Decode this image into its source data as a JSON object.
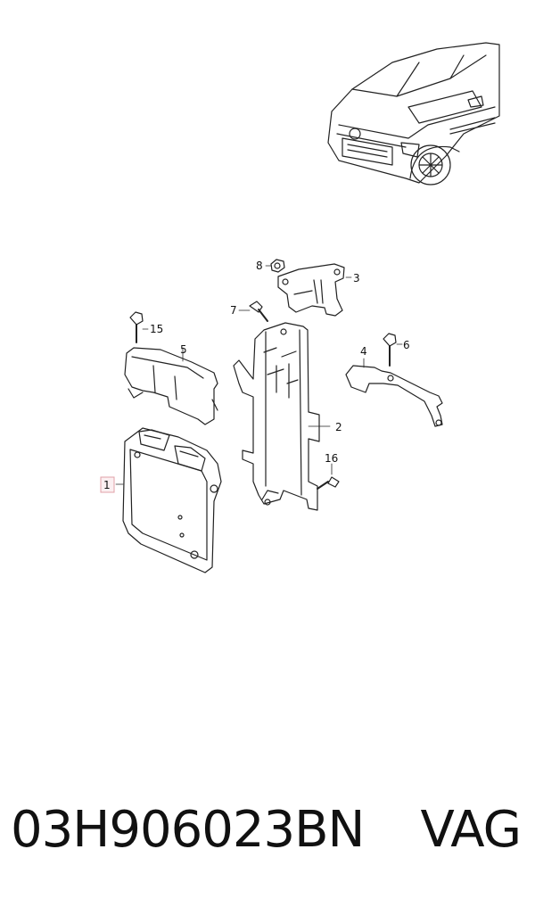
{
  "callouts": {
    "c1": "1",
    "c2": "2",
    "c3": "3",
    "c4": "4",
    "c5": "5",
    "c6": "6",
    "c7": "7",
    "c8": "8",
    "c15": "15",
    "c16": "16"
  },
  "highlight_color": "#e0a0a8",
  "caption": {
    "part_number": "03H906023BN",
    "brand": "VAG"
  }
}
